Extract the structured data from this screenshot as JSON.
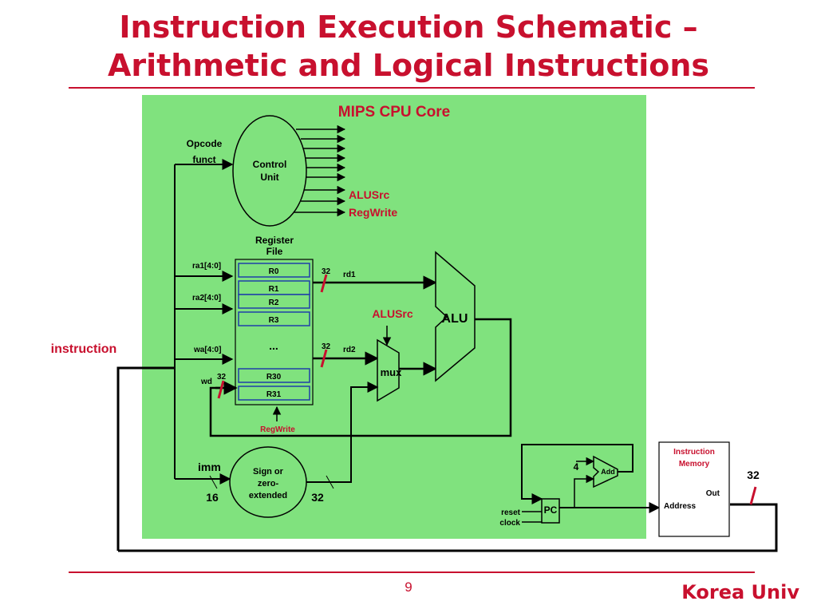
{
  "slide": {
    "title_line1": "Instruction Execution Schematic –",
    "title_line2": "Arithmetic and Logical Instructions",
    "page_number": "9",
    "footer": "Korea Univ"
  },
  "colors": {
    "accent": "#c8102e",
    "core_bg": "#80e27e",
    "reg_blue": "#1f3fa8"
  },
  "diagram": {
    "core_label": "MIPS CPU Core",
    "opcode": "Opcode",
    "funct": "funct",
    "control_unit": [
      "Control",
      "Unit"
    ],
    "alusrc_signal": "ALUSrc",
    "regwrite_signal": "RegWrite",
    "register_file": [
      "Register",
      "File"
    ],
    "ra1": "ra1[4:0]",
    "ra2": "ra2[4:0]",
    "wa": "wa[4:0]",
    "wd": "wd",
    "registers": [
      "R0",
      "R1",
      "R2",
      "R3",
      "R30",
      "R31"
    ],
    "ellipsis": "...",
    "bus_32": "32",
    "rd1": "rd1",
    "rd2": "rd2",
    "alu": "ALU",
    "mux": "mux",
    "alusrc_mux": "ALUSrc",
    "regwrite_rf": "RegWrite",
    "instruction": "instruction",
    "imm": "imm",
    "bits_16": "16",
    "bits_32": "32",
    "sign_ext": [
      "Sign or",
      "zero-",
      "extended"
    ],
    "adder_const": "4",
    "add": "Add",
    "pc": "PC",
    "reset": "reset",
    "clock": "clock",
    "imem": [
      "Instruction",
      "Memory"
    ],
    "out": "Out",
    "address": "Address"
  }
}
